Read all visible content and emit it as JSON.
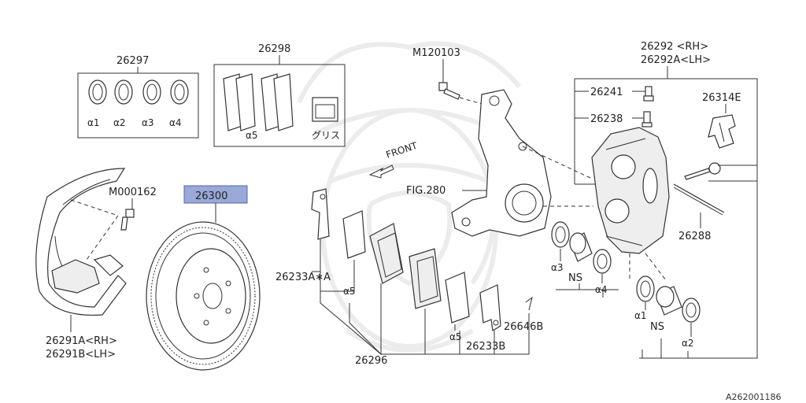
{
  "diagram": {
    "colors": {
      "highlight": "#99a9d8",
      "line": "#333333",
      "watermark": "#ececec"
    },
    "labels": {
      "part_26297": "26297",
      "a1": "α1",
      "a2": "α2",
      "a3": "α3",
      "a4": "α4",
      "part_26298": "26298",
      "a5_kit": "α5",
      "grease": "グリス",
      "m120103": "M120103",
      "front": "FRONT",
      "fig280": "FIG.280",
      "part_26292_rh": "26292 <RH>",
      "part_26292a_lh": "26292A<LH>",
      "part_26241": "26241",
      "part_26238": "26238",
      "part_26314e": "26314E",
      "m000162": "M000162",
      "part_26300": "26300",
      "part_26233a": "26233A∗A",
      "a5_left": "α5",
      "a3_seal": "α3",
      "ns_top": "NS",
      "a4_seal": "α4",
      "part_26288": "26288",
      "a1_seal": "α1",
      "ns_bottom": "NS",
      "a2_seal": "α2",
      "part_26291a": "26291A<RH>",
      "part_26291b": "26291B<LH>",
      "part_26296": "26296",
      "a5_right": "α5",
      "part_26233b": "26233B",
      "part_26646b": "26646B",
      "diagram_code": "A262001186"
    }
  }
}
